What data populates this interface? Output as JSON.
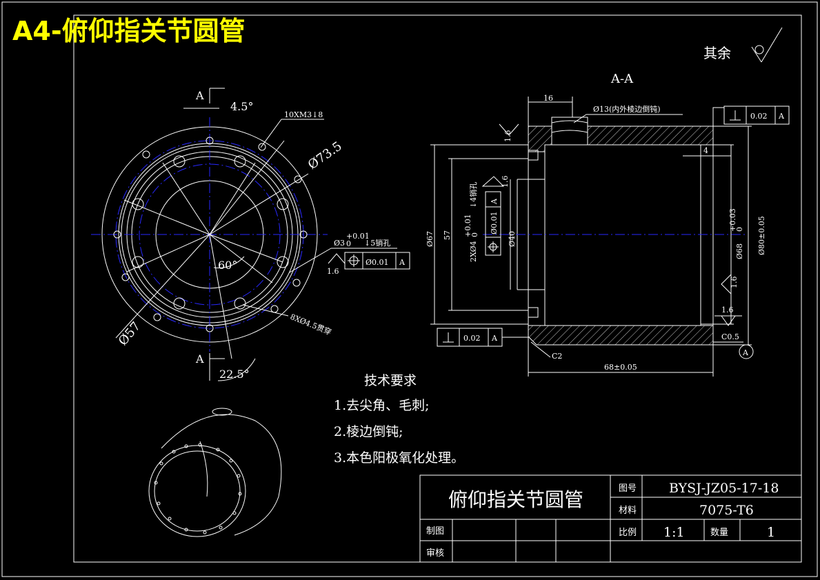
{
  "sheet_title": "A4-俯仰指关节圆管",
  "surface_note": "其余",
  "section_label": "A-A",
  "front_view": {
    "cut_mark": "A",
    "angle_top": "4.5°",
    "angle_mid": "60°",
    "angle_bottom": "22.5°",
    "thread_note": "10XM3↓8",
    "dia_pcd": "Ø73.5",
    "dia_57": "Ø57",
    "pin_hole": "Ø3",
    "pin_hole_tol_upper": "+0.01",
    "pin_hole_tol_lower": "0",
    "pin_hole_suffix": "↓5销孔",
    "roughness": "1.6",
    "position_tol": "Ø0.01",
    "datum": "A",
    "through_holes": "8XØ4.5贯穿"
  },
  "section_view": {
    "dim_16": "16",
    "hole_note": "Ø13(内外棱边倒钝)",
    "perp_tol": "0.02",
    "datum": "A",
    "dim_4": "4",
    "dia_67": "Ø67",
    "dim_57": "57",
    "pin_holes": "2XØ4",
    "pin_tol_upper": "+0.01",
    "pin_tol_lower": "0",
    "pin_depth": "↓4销孔",
    "pos_tol": "Ø0.01",
    "dia_40": "Ø40",
    "dia_68": "Ø68",
    "dia_68_upper": "+0.03",
    "dia_68_lower": "0",
    "dia_80": "Ø80±0.05",
    "roughness": "1.6",
    "chamfer_c2": "C2",
    "chamfer_c05": "C0.5",
    "length": "68±0.05"
  },
  "tech_requirements": {
    "heading": "技术要求",
    "items": [
      "1.去尖角、毛刺;",
      "2.棱边倒钝;",
      "3.本色阳极氧化处理。"
    ]
  },
  "title_block": {
    "part_name": "俯仰指关节圆管",
    "drawing_no_label": "图号",
    "drawing_no": "BYSJ-JZ05-17-18",
    "material_label": "材料",
    "material": "7075-T6",
    "drawn_label": "制图",
    "checked_label": "审核",
    "scale_label": "比例",
    "scale": "1:1",
    "qty_label": "数量",
    "qty": "1"
  },
  "colors": {
    "background": "#000000",
    "line": "#ffffff",
    "centerline": "#1a1aff",
    "title": "#ffff00"
  }
}
